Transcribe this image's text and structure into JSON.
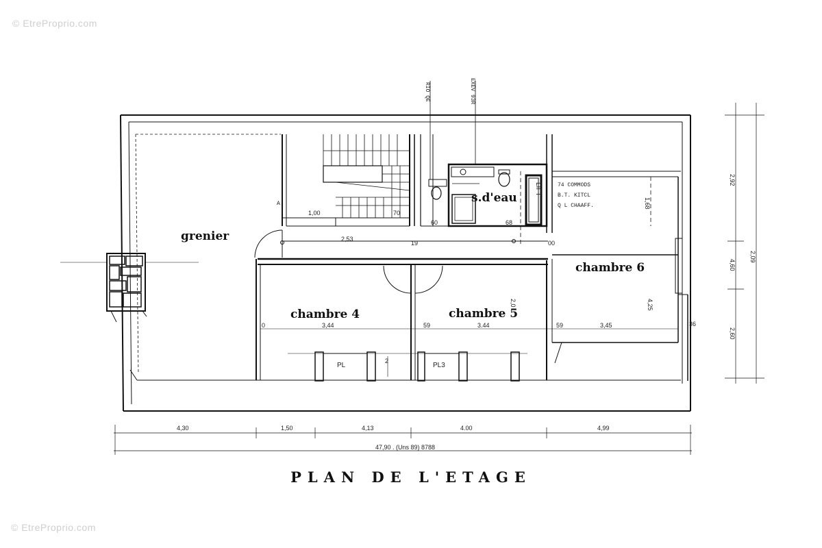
{
  "watermark": "© EtreProprio.com",
  "title": "PLAN DE L'ETAGE",
  "rooms": {
    "grenier": "grenier",
    "chambre4": "chambre 4",
    "chambre5": "chambre 5",
    "chambre6": "chambre 6",
    "sdeau": "s.d'eau"
  },
  "closets": {
    "pl1": "PL",
    "pl3": "PL3"
  },
  "notes": {
    "placard_1": "74 COMMODS",
    "placard_2": "B.T. KITCL",
    "placard_3": "Q L CHAAFF.",
    "lift": "LIFT",
    "stair_mark": "A",
    "duct_1": "RIO QE",
    "duct_2": "EXEV 93R"
  },
  "dimensions": {
    "bottom_1": "4,30",
    "bottom_2": "1,50",
    "bottom_3": "4,13",
    "bottom_4": "4.00",
    "bottom_5": "4,99",
    "total": "47,90 . (Uns 89) 8788",
    "corridor_1": "1,00",
    "corridor_2": "70",
    "corridor_3": "2,53",
    "corridor_4": "19",
    "corridor_5": "00",
    "sdb_1": "60",
    "sdb_2": "68",
    "ch4_left": "0",
    "ch4_width": "3,44",
    "ch5_left": "59",
    "ch5_width": "3.44",
    "ch6_left": "59",
    "ch6_width": "3,45",
    "ch6_right": "36",
    "ch6_height": "4,25",
    "ch6_top": "1,68",
    "pl_gap": "2",
    "right_1": "2,92",
    "right_2": "4,60",
    "right_3": "2,60",
    "right_total": "2,09",
    "ch5_vert": "2,0"
  }
}
